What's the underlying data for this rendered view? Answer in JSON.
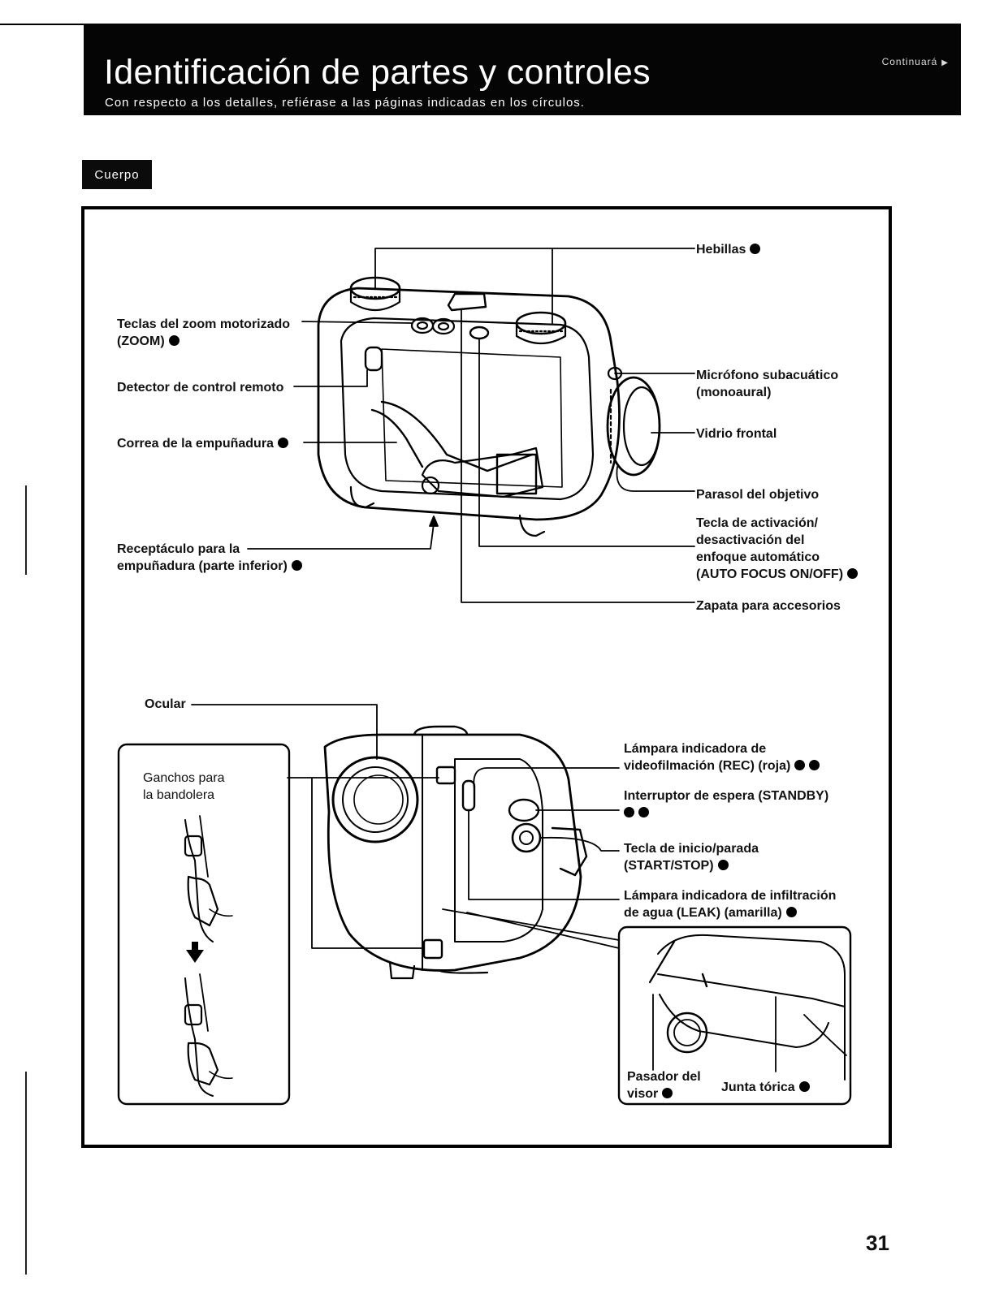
{
  "header": {
    "title": "Identificación de partes y controles",
    "subtitle": "Con respecto a los detalles, refiérase a las páginas indicadas en los círculos.",
    "continue": "Continuará"
  },
  "section": {
    "label": "Cuerpo"
  },
  "front_view": {
    "hebillas": "Hebillas",
    "zoom_1": "Teclas del zoom motorizado",
    "zoom_2": "(ZOOM)",
    "remote": "Detector de control remoto",
    "strap": "Correa de la empuñadura",
    "mic_1": "Micrófono subacuático",
    "mic_2": "(monoaural)",
    "glass": "Vidrio frontal",
    "hood": "Parasol del objetivo",
    "af_1": "Tecla de activación/",
    "af_2": "desactivación del",
    "af_3": "enfoque automático",
    "af_4": "(AUTO FOCUS ON/OFF)",
    "grip_1": "Receptáculo para la",
    "grip_2": "empuñadura (parte inferior)",
    "shoe": "Zapata para accesorios"
  },
  "rear_view": {
    "ocular": "Ocular",
    "hooks_1": "Ganchos para",
    "hooks_2": "la bandolera",
    "rec_1": "Lámpara indicadora de",
    "rec_2": "videofilmación (REC) (roja)",
    "standby_1": "Interruptor de espera (STANDBY)",
    "start_1": "Tecla de inicio/parada",
    "start_2": "(START/STOP)",
    "leak_1": "Lámpara indicadora de infiltración",
    "leak_2": "de agua (LEAK) (amarilla)",
    "pin_1": "Pasador del",
    "pin_2": "visor",
    "oring": "Junta tórica"
  },
  "page_number": "31"
}
